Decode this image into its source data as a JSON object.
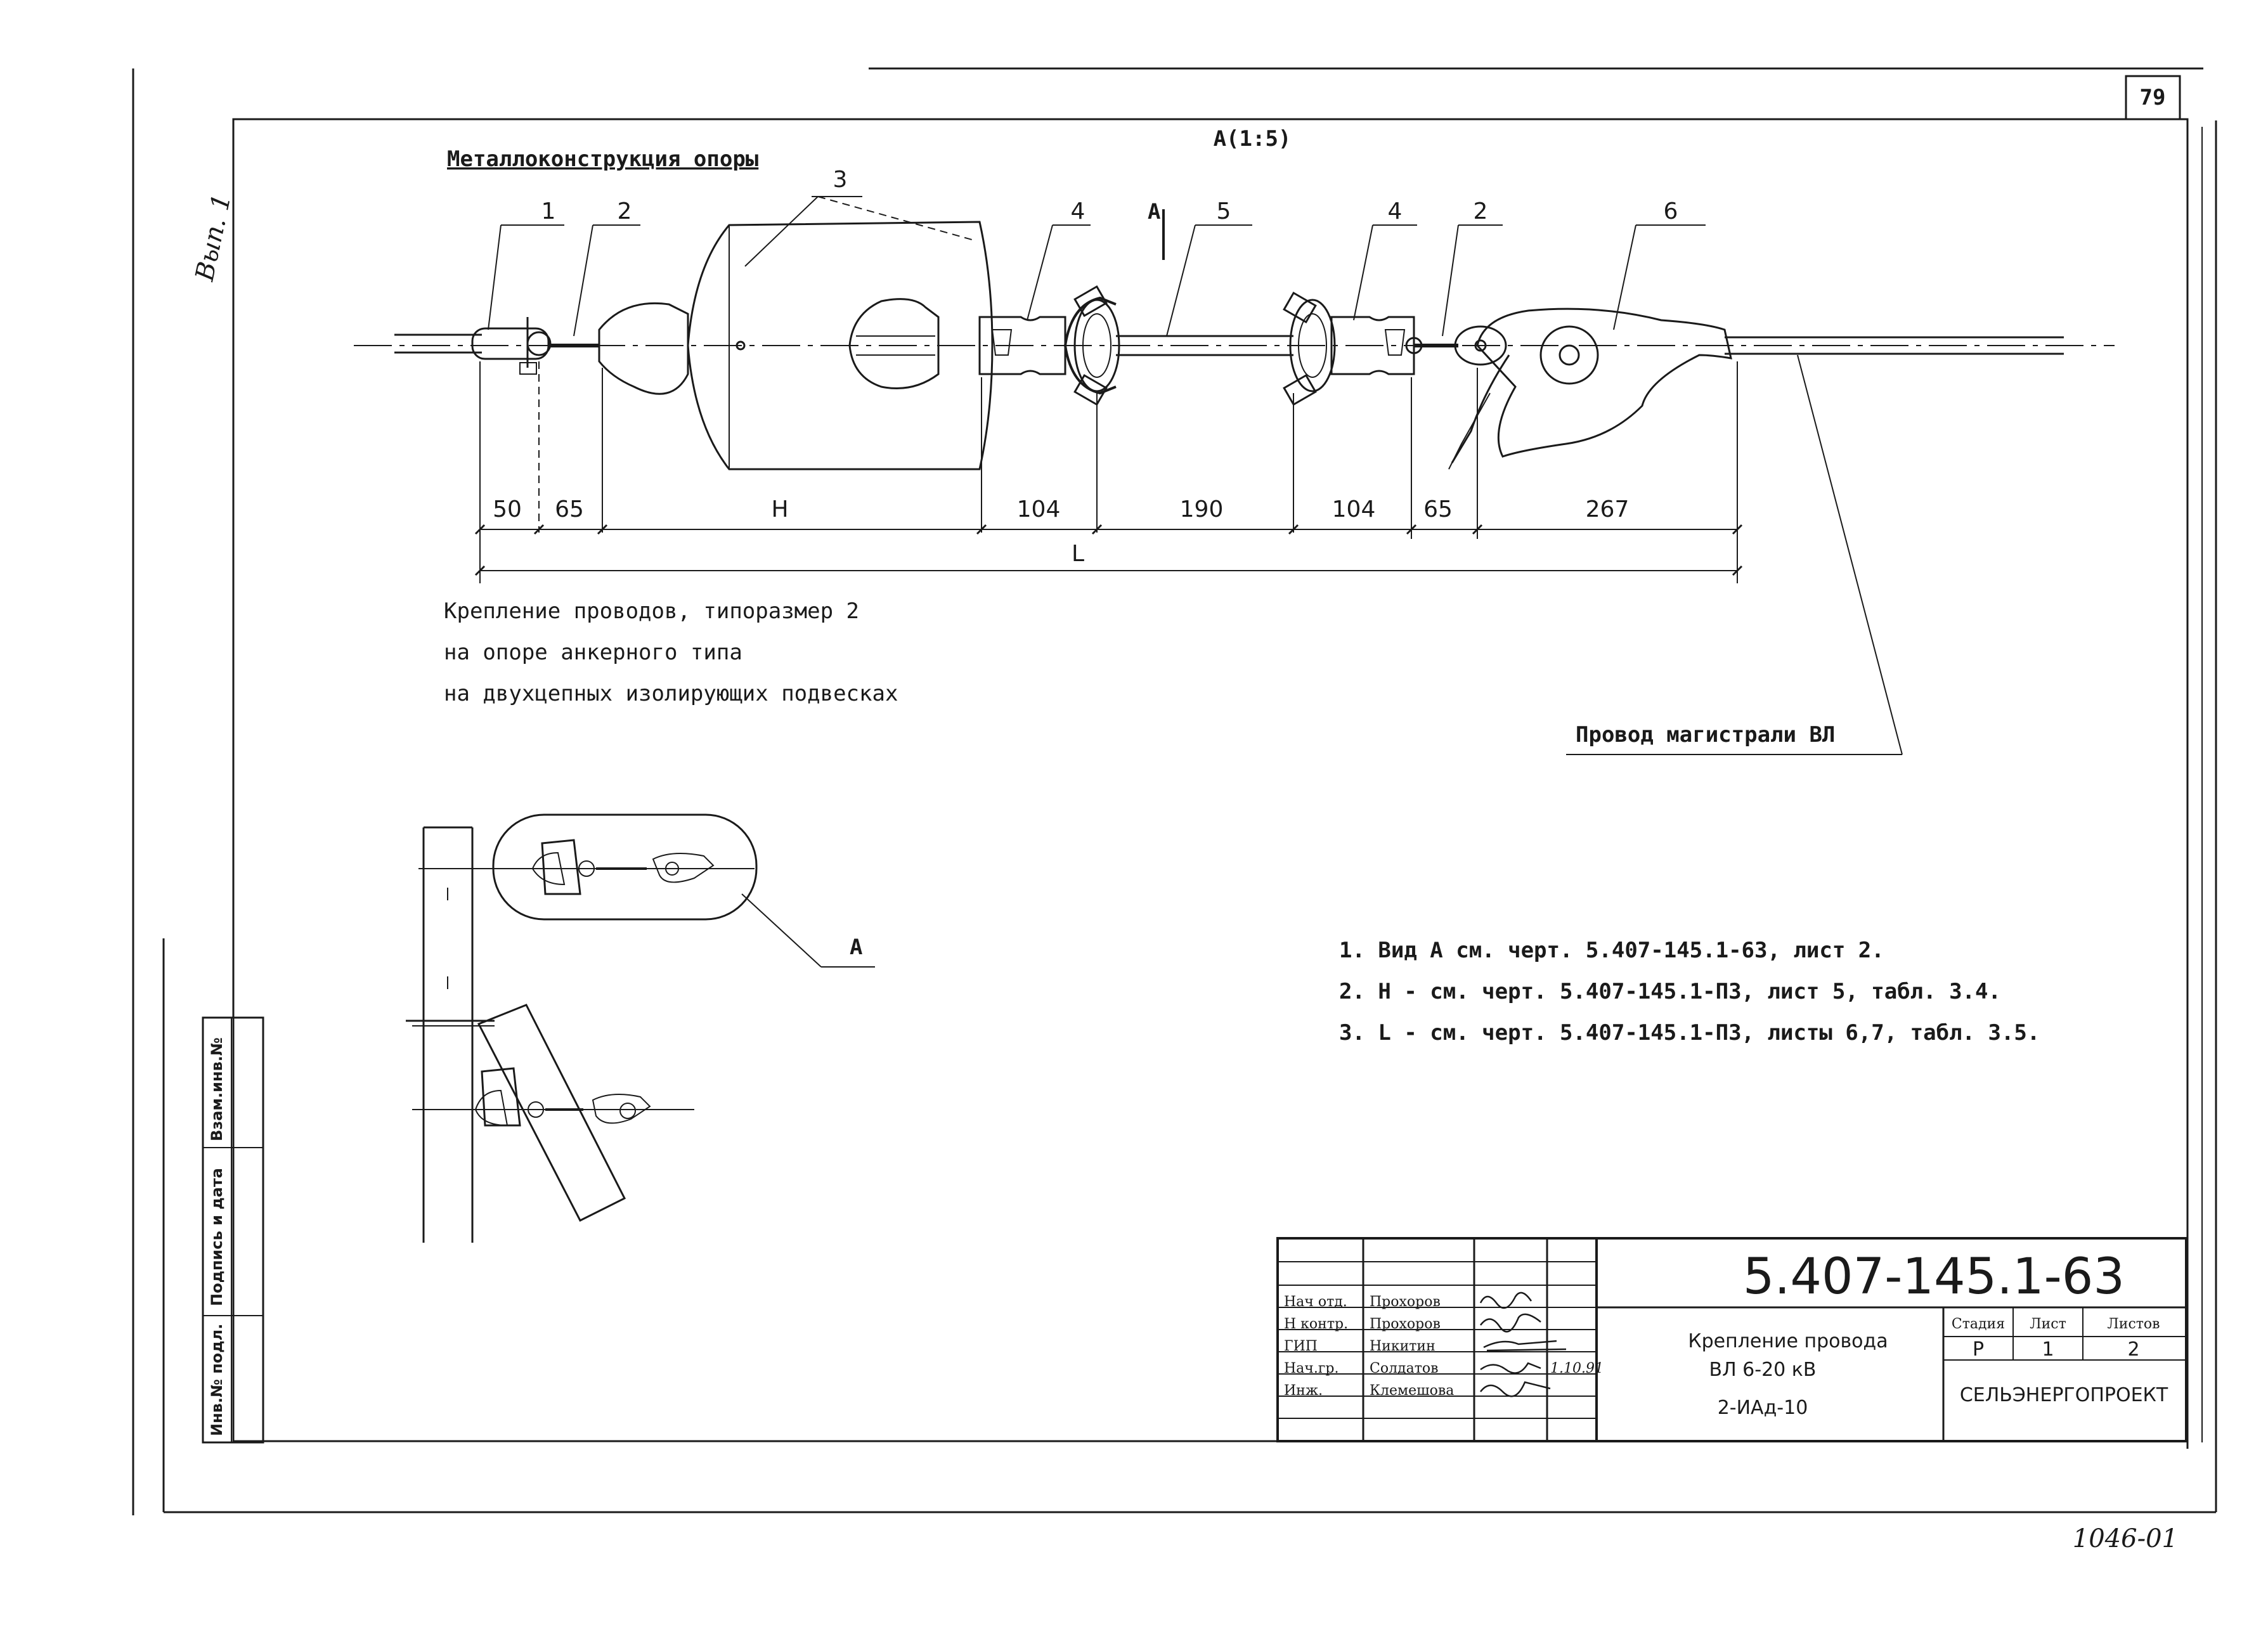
{
  "sheet": {
    "page_number": "79",
    "view_title": "А(1:5)",
    "vyp_mark": "Вып. 1",
    "archive_number": "1046-01",
    "section_mark": "А",
    "callout_view": "А"
  },
  "labels": {
    "support_structure": "Металлоконструкция опоры",
    "main_line_wire": "Провод магистрали ВЛ",
    "positions": [
      "1",
      "2",
      "3",
      "4",
      "5",
      "4",
      "2",
      "6"
    ]
  },
  "dimensions": {
    "segments": [
      "50",
      "65",
      "Н",
      "104",
      "190",
      "104",
      "65",
      "267"
    ],
    "total": "L"
  },
  "caption": [
    "Крепление проводов, типоразмер 2",
    "на опоре анкерного типа",
    "на двухцепных изолирующих подвесках"
  ],
  "notes": [
    "1. Вид А см. черт. 5.407-145.1-63, лист 2.",
    "2.  Н - см. черт. 5.407-145.1-ПЗ, лист 5, табл. 3.4.",
    "3.  L - см. черт. 5.407-145.1-ПЗ, листы 6,7, табл. 3.5."
  ],
  "side_stamp": [
    "Взам.инв.№",
    "Подпись и дата",
    "Инв.№ подл."
  ],
  "title_block": {
    "doc_code": "5.407-145.1-63",
    "title_lines": [
      "Крепление провода",
      "ВЛ 6-20 кВ",
      "2-ИАд-10"
    ],
    "stage_header": "Стадия",
    "sheet_header": "Лист",
    "sheets_header": "Листов",
    "stage": "Р",
    "sheet": "1",
    "sheets": "2",
    "organization": "СЕЛЬЭНЕРГОПРОЕКТ",
    "staff": [
      {
        "role": "Нач отд.",
        "name": "Прохоров"
      },
      {
        "role": "Н контр.",
        "name": "Прохоров"
      },
      {
        "role": "ГИП",
        "name": "Никитин"
      },
      {
        "role": "Нач.гр.",
        "name": "Солдатов"
      },
      {
        "role": "Инж.",
        "name": "Клемешова"
      }
    ],
    "date_mark": "1.10.91"
  }
}
